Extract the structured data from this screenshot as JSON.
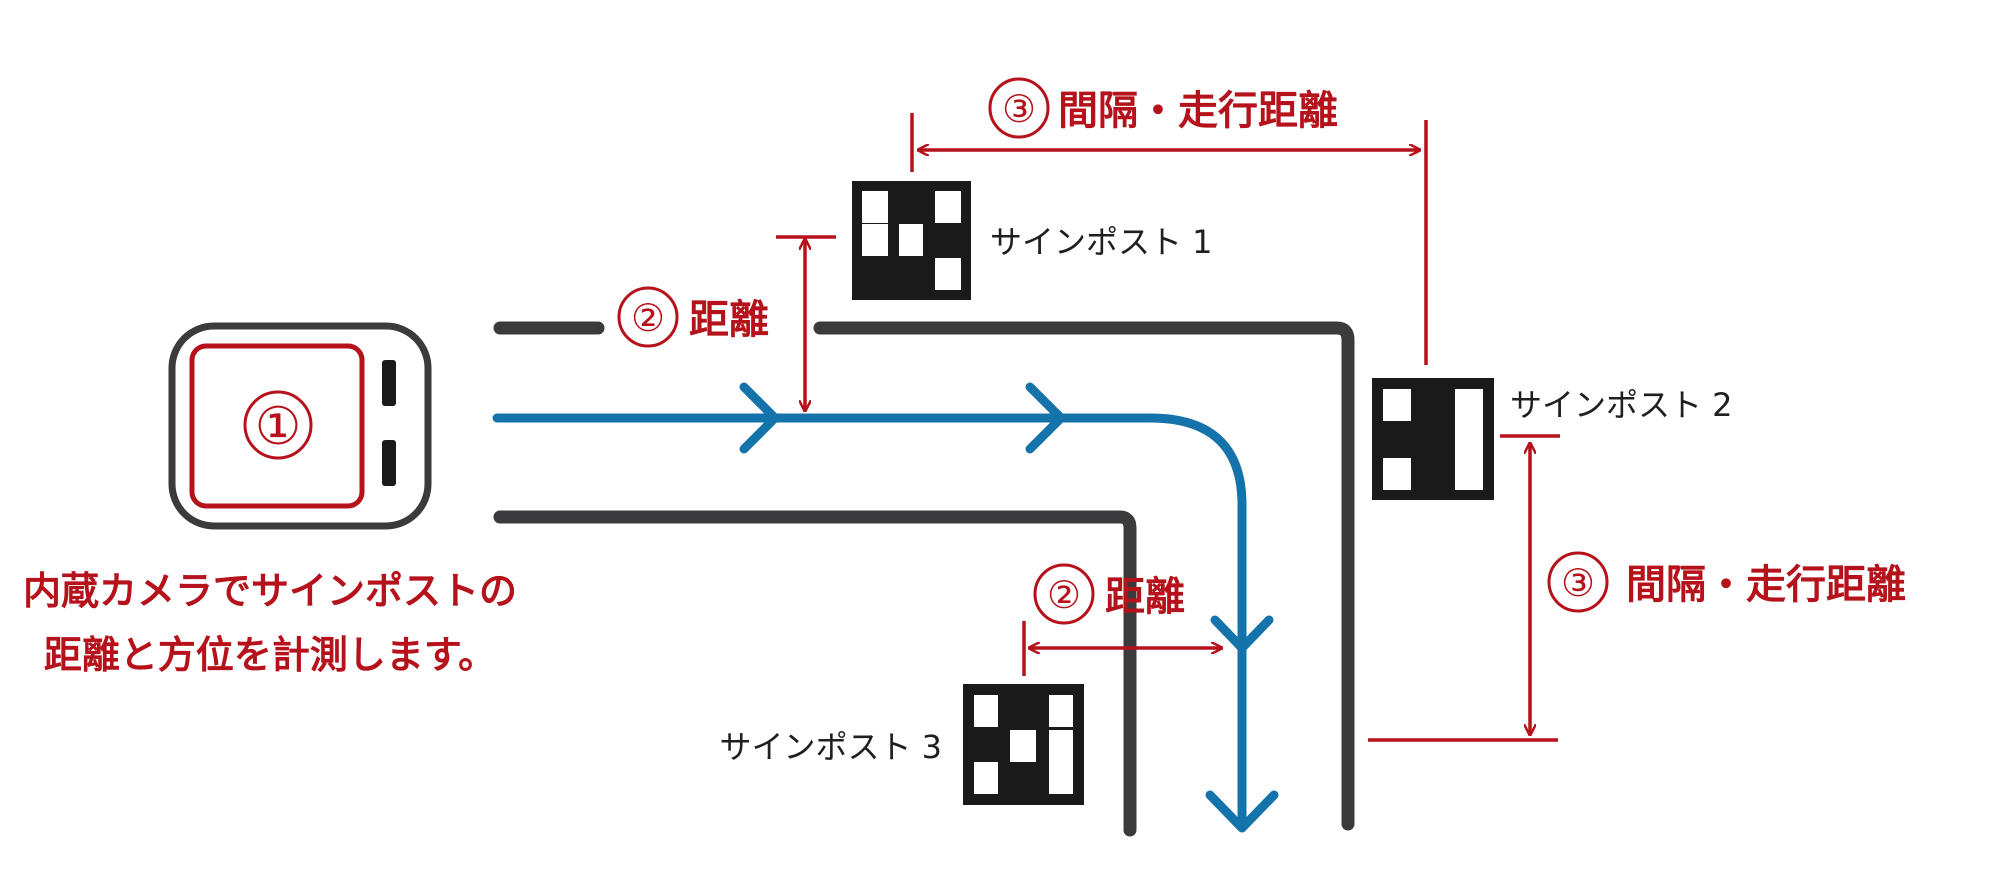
{
  "colors": {
    "accent_red": "#b5121b",
    "path_blue": "#1473aa",
    "road_gray": "#3b3a3c",
    "marker_black": "#1a1a1a"
  },
  "vehicle": {
    "icon": "vehicle-top-view-icon",
    "marker": "①"
  },
  "caption": {
    "line1": "内蔵カメラでサインポストの",
    "line2": "距離と方位を計測します。"
  },
  "measurements": {
    "distance_top": {
      "marker": "②",
      "label": "距離"
    },
    "distance_bottom": {
      "marker": "②",
      "label": "距離"
    },
    "interval_top": {
      "marker": "③",
      "label": "間隔・走行距離"
    },
    "interval_right": {
      "marker": "③",
      "label": "間隔・走行距離"
    }
  },
  "signposts": [
    {
      "label": "サインポスト 1",
      "icon": "signpost-marker-icon"
    },
    {
      "label": "サインポスト 2",
      "icon": "signpost-marker-icon"
    },
    {
      "label": "サインポスト 3",
      "icon": "signpost-marker-icon"
    }
  ]
}
